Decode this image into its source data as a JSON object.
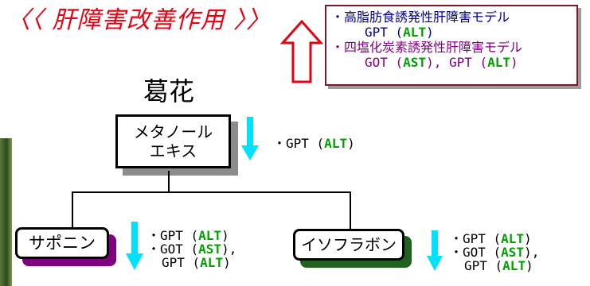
{
  "title": "〈〈 肝障害改善作用 〉〉",
  "model_box": {
    "line1": "・高脂肪食誘発性肝障害モデル",
    "line1b_pre": "GPT (",
    "line1b_em": "ALT",
    "line1b_post": ")",
    "line2": "・四塩化炭素誘発性肝障害モデル",
    "line2b_pre1": "GOT (",
    "line2b_em1": "AST",
    "line2b_mid": "), GPT (",
    "line2b_em2": "ALT",
    "line2b_post": ")"
  },
  "root_label": "葛花",
  "nodes": {
    "methanol_line1": "メタノール",
    "methanol_line2": "エキス",
    "saponin": "サポニン",
    "isoflavone": "イソフラボン"
  },
  "results": {
    "methanol": {
      "pre": "・GPT (",
      "em": "ALT",
      "post": ")"
    },
    "saponin": {
      "r1_pre": "・GPT (",
      "r1_em": "ALT",
      "r1_post": ")",
      "r2_pre": "・GOT (",
      "r2_em": "AST",
      "r2_post": "),",
      "r3_pre": "GPT (",
      "r3_em": "ALT",
      "r3_post": ")"
    },
    "isoflavone": {
      "r1_pre": "・GPT (",
      "r1_em": "ALT",
      "r1_post": ")",
      "r2_pre": "・GOT (",
      "r2_em": "AST",
      "r2_post": "),",
      "r3_pre": "GPT (",
      "r3_em": "ALT",
      "r3_post": ")"
    }
  },
  "colors": {
    "title": "#e60012",
    "up_arrow": "#e60012",
    "down_arrow": "#00e0ff",
    "highlight": "#00a000",
    "saponin_shadow": "#800080",
    "isoflavone_shadow": "#206020"
  },
  "icons": {
    "up_arrow": "hollow-up-arrow-icon",
    "down_arrow": "down-arrow-icon",
    "leaf": "leaf-photo"
  }
}
